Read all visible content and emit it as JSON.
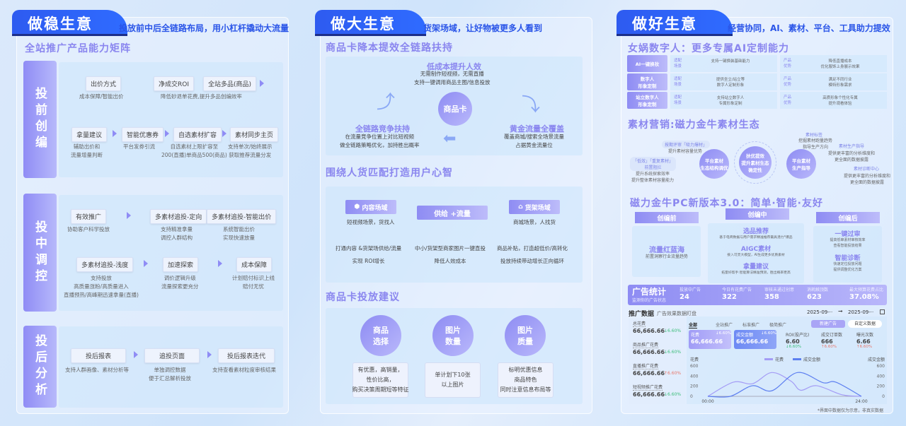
{
  "col1": {
    "title": "做稳生意",
    "subtitle": "投放前中后全链路布局，用小杠杆撬动大流量",
    "section": "全站推广产品能力矩阵",
    "stages": [
      {
        "label": "投前创编",
        "chips": [
          {
            "label": "出价方式",
            "desc": "成本保障/智能出价"
          },
          {
            "label": "净成交ROI",
            "desc": "降低砂退单花费,提升多品创编效率"
          },
          {
            "label": "全站多品(商品)",
            "desc": ""
          },
          {
            "label": "拿量建议",
            "desc": "辅助出价和\n流量增量判断"
          },
          {
            "label": "智能优惠券",
            "desc": "平台发券引流"
          },
          {
            "label": "自选素材扩容",
            "desc": "自选素材上限扩容至\n200(直播)单商品500(商品)"
          },
          {
            "label": "素材同步主页",
            "desc": "支持单次/始终展示\n获取推荐流量分发"
          }
        ]
      },
      {
        "label": "投中调控",
        "chips": [
          {
            "label": "有效推广",
            "desc": "协助客户科学投放"
          },
          {
            "label": "多素材追投-定向",
            "desc": "支持精准拿量\n调控人群结构"
          },
          {
            "label": "多素材追投-智能出价",
            "desc": "系统智能出价\n实现快速放量"
          },
          {
            "label": "多素材追投-浅度",
            "desc": "支持投放\n高质量涨粉/高质量进入\n直播预热/高峰期迅速拿量(直播)"
          },
          {
            "label": "加速探索",
            "desc": "调价逻辑升级\n流量探索更充分"
          },
          {
            "label": "成本保障",
            "desc": "计划赔付标识上线\n赔付无忧"
          }
        ]
      },
      {
        "label": "投后分析",
        "chips": [
          {
            "label": "投后报表",
            "desc": "支持人群画像、素材分析等"
          },
          {
            "label": "追投页面",
            "desc": "单独调控数据\n便于汇总解析投放"
          },
          {
            "label": "投后报表迭代",
            "desc": "支持查看素材粒度审核结果"
          }
        ]
      }
    ]
  },
  "col2": {
    "title": "做大生意",
    "subtitle": "货架场域，让好物被更多人看到",
    "s1": {
      "title": "商品卡降本提效全链路扶持",
      "center": "商品卡",
      "top": {
        "title": "低成本提升人效",
        "desc": "无需制作短视频，无需直播\n支持一键调用商品主图/信息投放"
      },
      "right": {
        "title": "黄金流量全覆盖",
        "desc": "覆盖商城/搜索全场景流量\n占据黄金流量位"
      },
      "left": {
        "title": "全链路竞争扶持",
        "desc": "在流量竞争位置上对比短视频\n做全链路策略优化，加持胜出概率"
      }
    },
    "s2": {
      "title": "围绕人货匹配打造用户心智",
      "content": {
        "label": "内容场域",
        "desc": "短视频场景，货找人"
      },
      "mid": "供给 +流量",
      "shelf": {
        "label": "货架场域",
        "desc": "商城场景，人找货"
      },
      "cols": [
        "打通内容 &货架场供给/流量\n实现 ROI增长",
        "中小/货架型商家图片一键直投\n降低人效成本",
        "商品补贴，打造超低价/高转化\n投放持续带动增长正向循环"
      ]
    },
    "s3": {
      "title": "商品卡投放建议",
      "items": [
        {
          "label": "商品\n选择",
          "desc": "有优惠，高销量，\n性价比高，\n购买决策周期短等特征"
        },
        {
          "label": "图片\n数量",
          "desc": "单计划下10张\n以上图片"
        },
        {
          "label": "图片\n质量",
          "desc": "标明优惠信息\n商品特色\n同时注意信息布局等"
        }
      ]
    }
  },
  "col3": {
    "title": "做好生意",
    "subtitle": "经营协同，AI、素材、平台、工具助力提效",
    "s1": {
      "title": "女娲数字人：更多专属AI定制能力",
      "rows": [
        {
          "tag": "AI一键换妆",
          "k1": "适配\n场景",
          "v1": "支持一键换装基础能力",
          "k2": "产品\n优势",
          "v2": "降低直播成本\n优化服饰上身展示效果"
        },
        {
          "tag": "数字人\n形象定制",
          "k1": "适配\n场景",
          "v1": "提供坐立/站立等\n数字人定制形象",
          "k2": "产品\n优势",
          "v2": "满足不同行业\n模特形象需求"
        },
        {
          "tag": "站立数字人\n形象定制",
          "k1": "适配\n场景",
          "v1": "支持站立数字人\n专属形象定制",
          "k2": "产品\n优势",
          "v2": "高质形象个性化专属\n提升观看体验"
        }
      ]
    },
    "s2": {
      "title": "素材营销:磁力金牛素材生态",
      "c1": "平台素材\n生态结构调优",
      "c2": "扶优提效\n提升素材生态\n确定性",
      "c3": "平台素材\n生产指导",
      "n1": {
        "tag": "按期评审「吸力爆材」",
        "desc": "提升素材容量优势"
      },
      "n2": {
        "tag": "「低效」「重复素材」\n前置阻拦",
        "desc": "提升系统探索效率\n提升整体素材容量能力"
      },
      "n3": {
        "tag": "素材标签",
        "desc": "挖掘素材跑量趋势\n指导生产方向"
      },
      "n4": {
        "tag": "素材生产指导",
        "desc": "提供更丰富的分析维度和\n更全面的数据披露"
      },
      "n5": {
        "tag": "素材诊断中心",
        "desc": "提供更丰富的分析维度和\n更全面的数据披露"
      }
    },
    "s3": {
      "title": "磁力金牛PC新版本3.0：简单·智能·友好",
      "before": {
        "tag": "创编前",
        "title": "流量红蓝海",
        "desc": "前置洞察行业流量趋势"
      },
      "during": {
        "tag": "创编中",
        "items": [
          {
            "title": "选品推荐",
            "desc": "基于电商数据与用户需求精准推荐最具潜力*爆品"
          },
          {
            "title": "AIGC素材",
            "desc": "接入可灵大模型，AI生成更多优质素材"
          },
          {
            "title": "拿量建议",
            "desc": "拓量好帮手:智能算法精准预测，胜出概率更高"
          }
        ]
      },
      "after": {
        "tag": "创编后",
        "items": [
          {
            "title": "一键过审",
            "desc": "提高低审素材审核效率\n查看智能投放结果"
          },
          {
            "title": "智能诊断",
            "desc": "快速定位投放问题\n提供调整优化方案"
          }
        ]
      }
    },
    "stats": {
      "title": "广告统计",
      "subtitle": "监测你的广告状态",
      "items": [
        {
          "label": "投放中广告",
          "value": "24"
        },
        {
          "label": "今日有花费广告",
          "value": "322"
        },
        {
          "label": "审核未通过创意",
          "value": "358"
        },
        {
          "label": "消耗触顶数",
          "value": "623"
        },
        {
          "label": "最大预算花费占比",
          "value": "37.08%"
        }
      ]
    },
    "promo": {
      "title": "推广数据",
      "subtitle": "广告效果数据盯盘",
      "date_from": "2025-09-··",
      "date_to": "2025-09-··",
      "left": [
        {
          "label": "总花费",
          "value": "66,666.66",
          "change": "↓6.60%",
          "dir": "down"
        },
        {
          "label": "商品推广花费",
          "value": "66,666.66",
          "change": "↓6.60%",
          "dir": "down"
        },
        {
          "label": "直播推广花费",
          "value": "66,666.66",
          "change": "↑6.60%",
          "dir": "up"
        },
        {
          "label": "短视频推广花费",
          "value": "66,666.66",
          "change": "↓6.60%",
          "dir": "down"
        }
      ],
      "tabs": [
        "全部",
        "全站推广",
        "标准推广",
        "极简推广"
      ],
      "btn_new": "新建广告",
      "btn_custom": "自定义数据",
      "kpis": [
        {
          "label": "花费",
          "value": "66,666.66",
          "change": "↓6.60%"
        },
        {
          "label": "成交金额",
          "value": "66,666.66",
          "change": "↓6.60%"
        },
        {
          "label": "ROI(投产比)",
          "value": "6.60",
          "change": "↓6.60%"
        },
        {
          "label": "成交订单数",
          "value": "666",
          "change": "↑6.60%"
        },
        {
          "label": "曝光次数",
          "value": "6.66",
          "change": "↑6.60%"
        }
      ],
      "note": "*界面中数据仅为示意，非真实数据"
    }
  },
  "chart_data": {
    "type": "line",
    "xlabel": "",
    "ylabel_left": "花费",
    "ylabel_right": "成交金额",
    "x_ticks": [
      "00:00",
      "24:00"
    ],
    "y_ticks": [
      "0",
      "200",
      "400",
      "600"
    ],
    "ylim": [
      0,
      600
    ],
    "xlim": [
      0,
      24
    ],
    "legend": "top-center",
    "series": [
      {
        "name": "花费",
        "color": "#a49cf5",
        "x": [
          0,
          4,
          7,
          10,
          13,
          14.5,
          17,
          21,
          24
        ],
        "y": [
          0,
          280,
          250,
          470,
          300,
          120,
          210,
          30,
          0
        ]
      },
      {
        "name": "成交金额",
        "color": "#5d7ff0",
        "x": [
          0,
          3.5,
          7,
          10,
          14,
          18,
          20,
          24
        ],
        "y": [
          0,
          0,
          210,
          110,
          470,
          270,
          280,
          0
        ]
      }
    ]
  },
  "colors": {
    "brand": "#2f6bff",
    "accent": "#8e8cf3",
    "up": "#e8776a",
    "down": "#3bbd7a"
  }
}
